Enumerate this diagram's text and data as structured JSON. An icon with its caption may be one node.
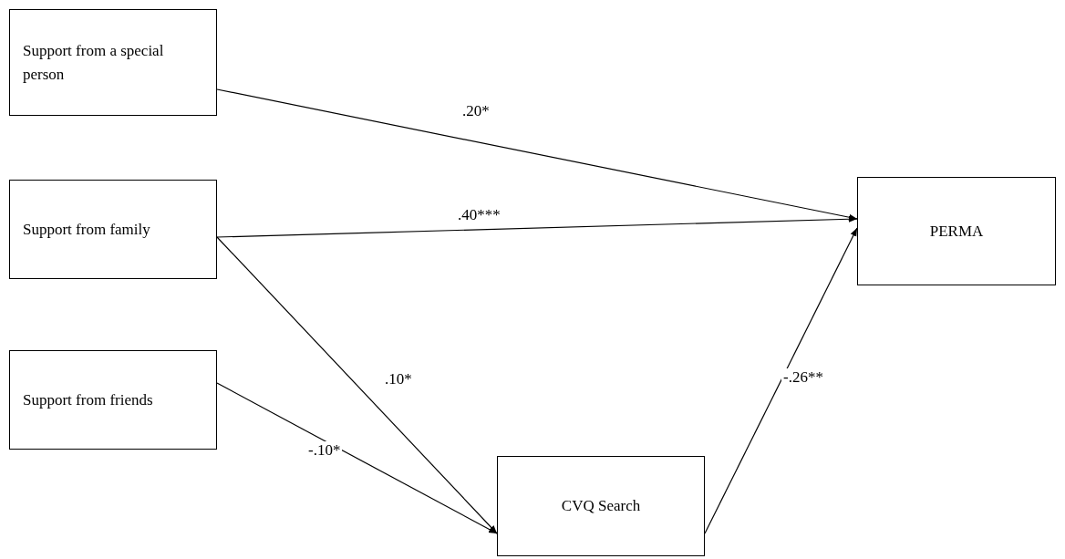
{
  "diagram": {
    "nodes": [
      {
        "text": [
          "Support from a special person"
        ]
      },
      {
        "text": [
          "Support from family"
        ]
      },
      {
        "text": [
          "Support from friends"
        ]
      },
      {
        "text": [
          "PERMA"
        ]
      },
      {
        "text": [
          "CVQ Search"
        ]
      }
    ],
    "edges": [
      {
        "from": 0,
        "to": 3,
        "arrow": "to",
        "label": ".20*"
      },
      {
        "from": 1,
        "to": 3,
        "arrow": "to",
        "label": ".40***"
      },
      {
        "from": 1,
        "to": 4,
        "arrow": "to",
        "label": ".10*"
      },
      {
        "from": 2,
        "to": 4,
        "arrow": "to",
        "label": "-.10*"
      },
      {
        "from": 4,
        "to": 3,
        "arrow": "to",
        "label": "-.26**"
      }
    ]
  }
}
